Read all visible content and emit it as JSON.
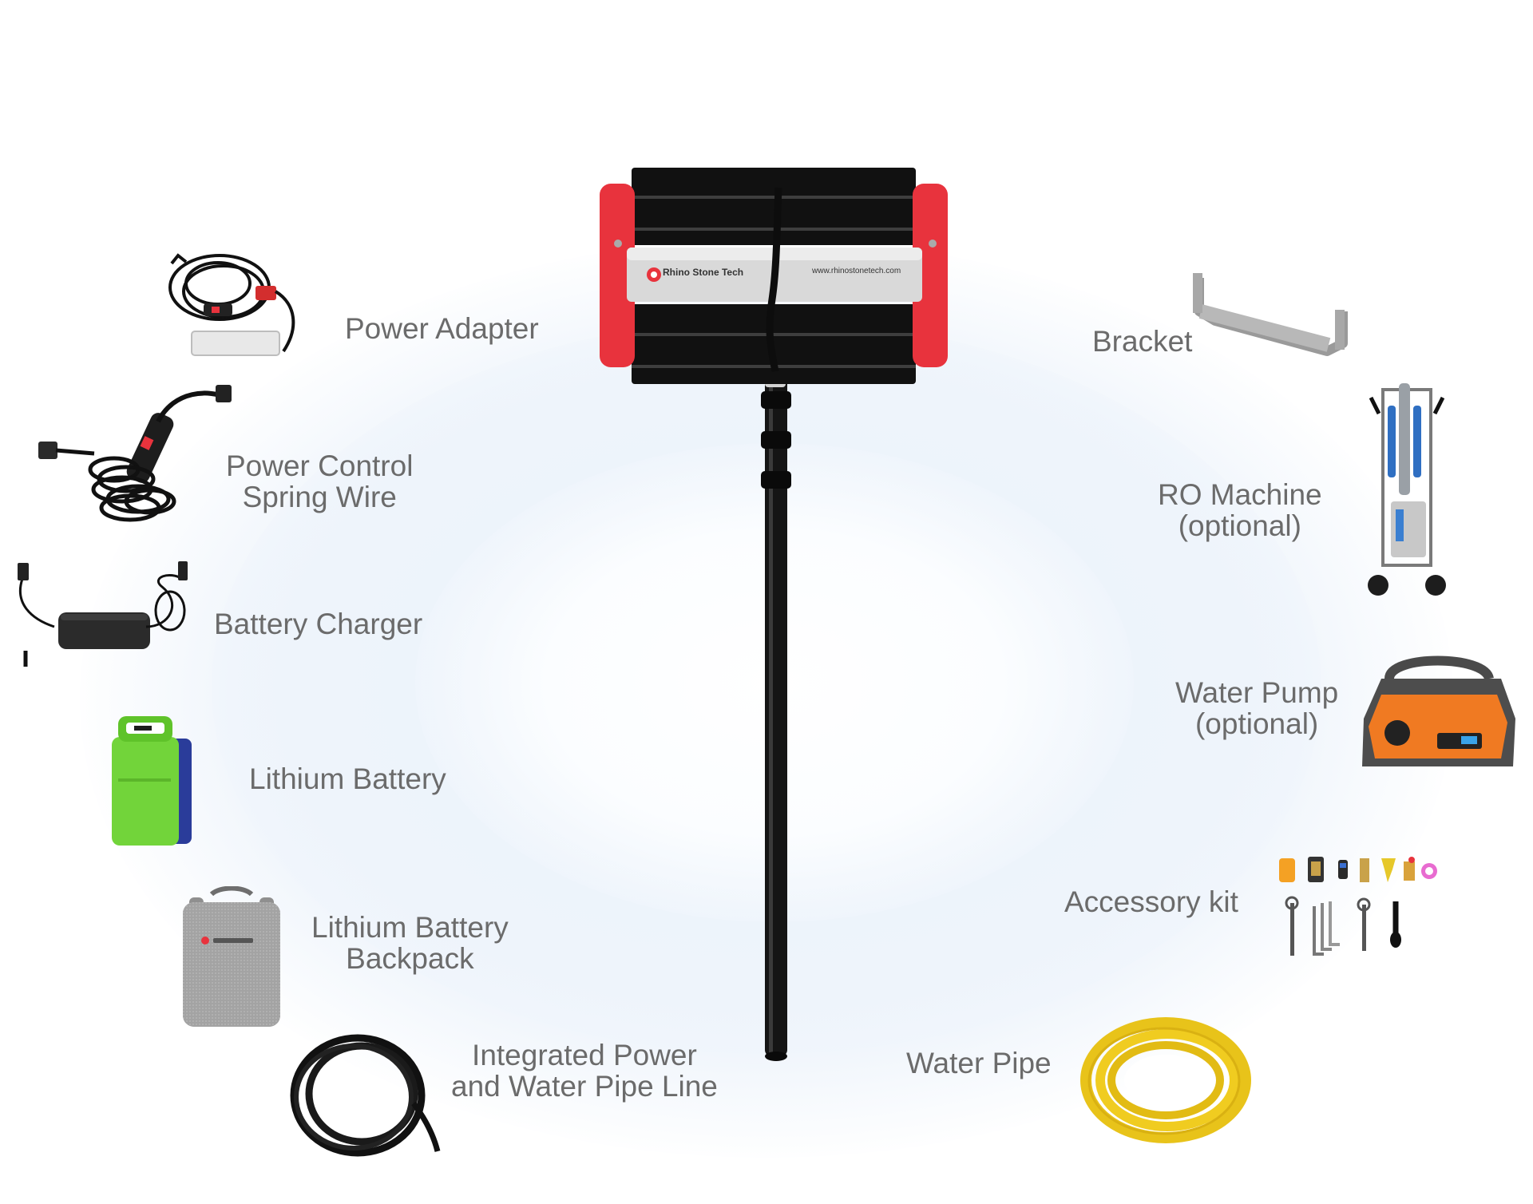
{
  "brand": {
    "name": "Rhino Stone Tech",
    "url": "www.rhinostonetech.com"
  },
  "colors": {
    "accent_red": "#e8333d",
    "label_gray": "#6b6b6b",
    "glow_blue": "#e8f1fa"
  },
  "left_items": [
    {
      "lines": [
        "Power Adapter"
      ],
      "icon": "power-adapter-icon"
    },
    {
      "lines": [
        "Power Control",
        "Spring Wire"
      ],
      "icon": "spring-wire-icon"
    },
    {
      "lines": [
        "Battery Charger"
      ],
      "icon": "battery-charger-icon"
    },
    {
      "lines": [
        "Lithium Battery"
      ],
      "icon": "lithium-battery-icon"
    },
    {
      "lines": [
        "Lithium Battery",
        "Backpack"
      ],
      "icon": "backpack-icon"
    },
    {
      "lines": [
        "Integrated Power",
        "and Water Pipe Line"
      ],
      "icon": "pipe-line-coil-icon"
    }
  ],
  "right_items": [
    {
      "lines": [
        "Bracket"
      ],
      "icon": "bracket-icon"
    },
    {
      "lines": [
        "RO Machine",
        "(optional)"
      ],
      "icon": "ro-machine-icon"
    },
    {
      "lines": [
        "Water Pump",
        "(optional)"
      ],
      "icon": "water-pump-icon"
    },
    {
      "lines": [
        "Accessory kit"
      ],
      "icon": "accessory-kit-icon"
    },
    {
      "lines": [
        "Water Pipe"
      ],
      "icon": "water-pipe-coil-icon"
    }
  ]
}
